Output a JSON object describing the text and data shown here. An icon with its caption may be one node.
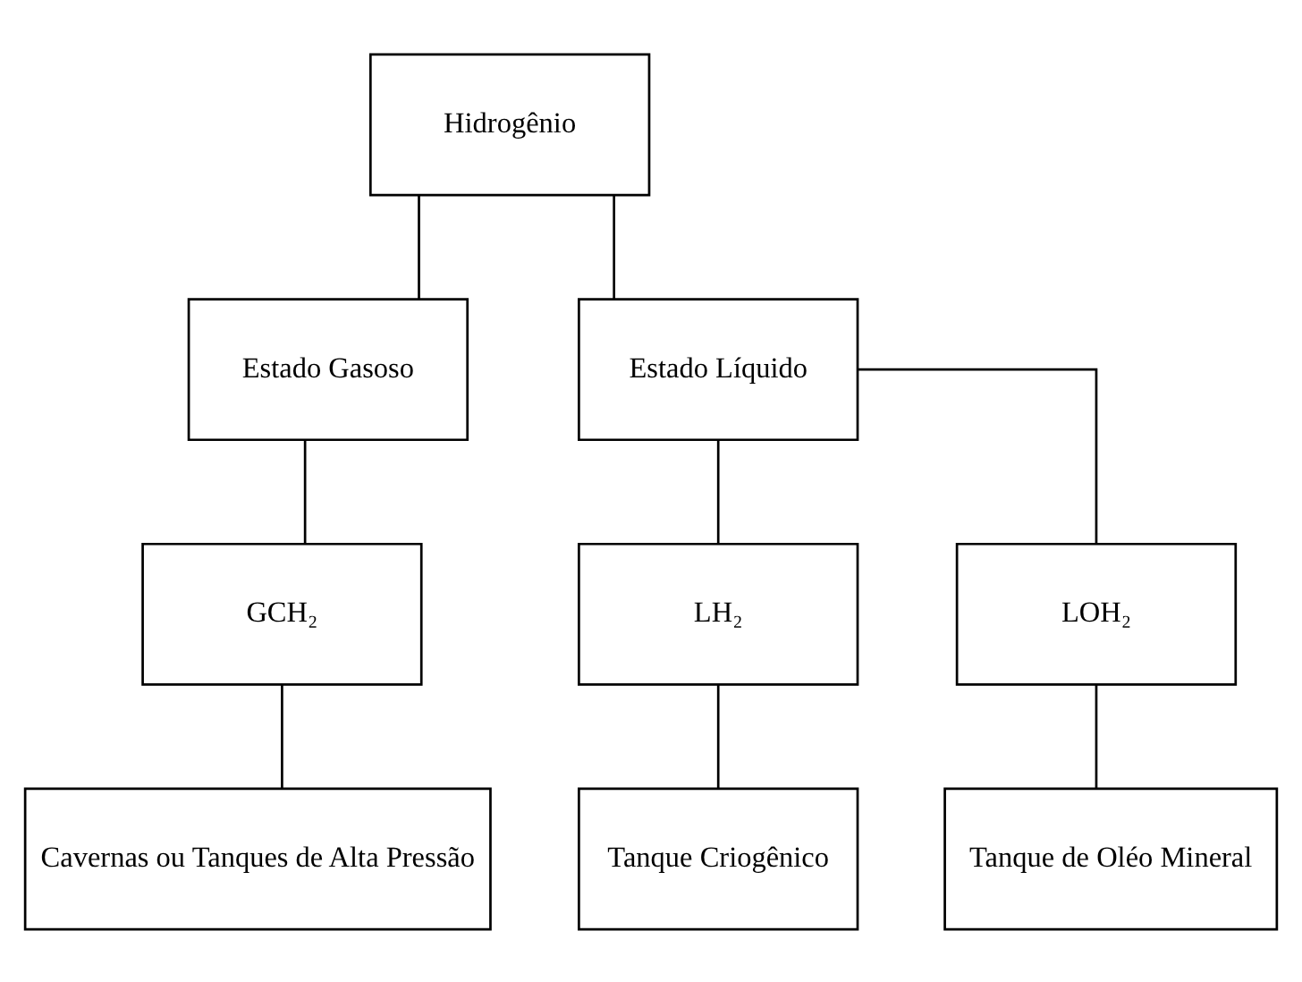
{
  "diagram": {
    "nodes": [
      {
        "text": [
          "Hidrogênio"
        ]
      },
      {
        "text": [
          "Estado Gasoso"
        ]
      },
      {
        "text": [
          "Estado Líquido"
        ]
      },
      {
        "text": [
          "GCH₂"
        ]
      },
      {
        "text": [
          "LH₂"
        ]
      },
      {
        "text": [
          "LOH₂"
        ]
      },
      {
        "text": [
          "Cavernas ou Tanques de Alta Pressão"
        ]
      },
      {
        "text": [
          "Tanque Criogênico"
        ]
      },
      {
        "text": [
          "Tanque de Oléo Mineral"
        ]
      }
    ],
    "edges": [
      {
        "from": 0,
        "to": 1,
        "arrow": "none"
      },
      {
        "from": 0,
        "to": 2,
        "arrow": "none"
      },
      {
        "from": 1,
        "to": 3,
        "arrow": "none"
      },
      {
        "from": 2,
        "to": 4,
        "arrow": "none"
      },
      {
        "from": 2,
        "to": 5,
        "arrow": "none"
      },
      {
        "from": 3,
        "to": 6,
        "arrow": "none"
      },
      {
        "from": 4,
        "to": 7,
        "arrow": "none"
      },
      {
        "from": 5,
        "to": 8,
        "arrow": "none"
      }
    ]
  }
}
